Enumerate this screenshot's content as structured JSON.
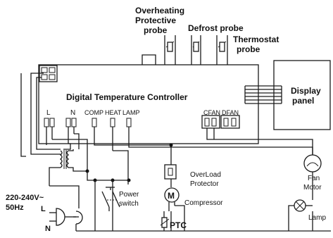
{
  "labels": {
    "overheating_line1": "Overheating",
    "overheating_line2": "Protective",
    "overheating_line3": "probe",
    "defrost": "Defrost probe",
    "thermostat_line1": "Thermostat",
    "thermostat_line2": "probe",
    "controller": "Digital Temperature Controller",
    "display_line1": "Display",
    "display_line2": "panel",
    "term_l": "L",
    "term_n": "N",
    "term_comp": "COMP",
    "term_heat": "HEAT",
    "term_lamp": "LAMP",
    "term_cfan": "CFAN",
    "term_dfan": "DFAN",
    "overload_line1": "OverLoad",
    "overload_line2": "Protector",
    "motor_symbol": "M",
    "compressor": "Compressor",
    "ptc": "PTC",
    "power_line1": "Power",
    "power_line2": "switch",
    "supply_line1": "220-240V~",
    "supply_line2": "50Hz",
    "plug_l": "L",
    "plug_n": "N",
    "fan_line1": "Fan",
    "fan_line2": "Motor",
    "lamp": "Lamp"
  }
}
